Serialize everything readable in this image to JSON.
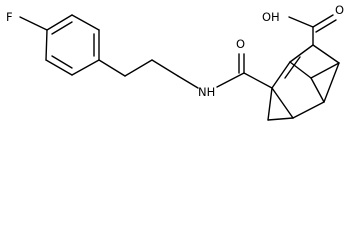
{
  "molecule": {
    "labels": {
      "fluorine": "F",
      "amide_nitrogen": "NH",
      "amide_oxygen": "O",
      "acid_hydroxyl": "OH",
      "acid_oxygen": "O"
    },
    "colors": {
      "bond": "#000000",
      "label": "#000000",
      "background": "#ffffff"
    }
  }
}
